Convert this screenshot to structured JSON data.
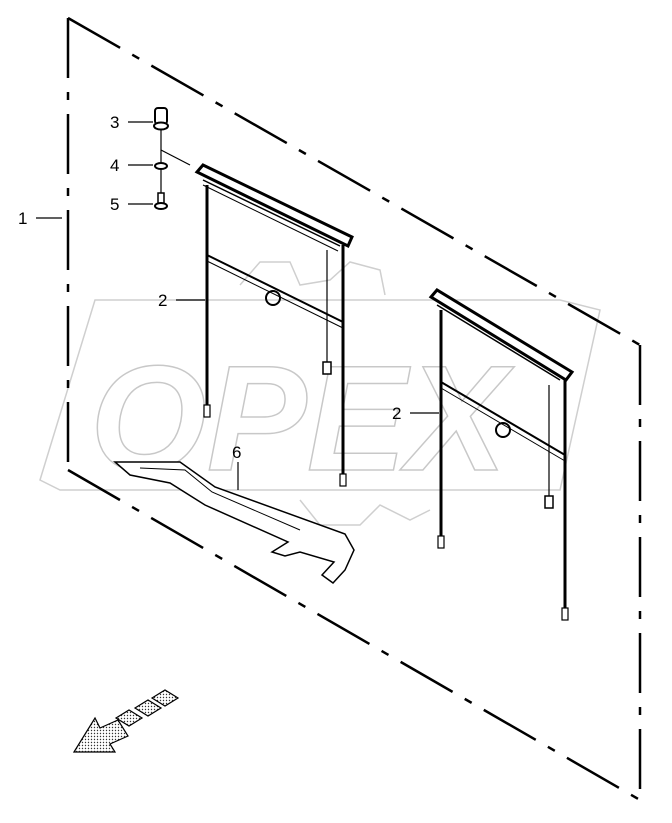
{
  "diagram": {
    "watermark": "OPEX",
    "callouts": [
      {
        "id": "1",
        "part": "assembly-frame"
      },
      {
        "id": "2",
        "part": "roller-blind-left"
      },
      {
        "id": "2",
        "part": "roller-blind-right"
      },
      {
        "id": "3",
        "part": "clip-nut"
      },
      {
        "id": "4",
        "part": "washer"
      },
      {
        "id": "5",
        "part": "screw"
      },
      {
        "id": "6",
        "part": "bracket"
      }
    ],
    "colors": {
      "line": "#000000",
      "watermark": "#c8c8c8"
    }
  }
}
